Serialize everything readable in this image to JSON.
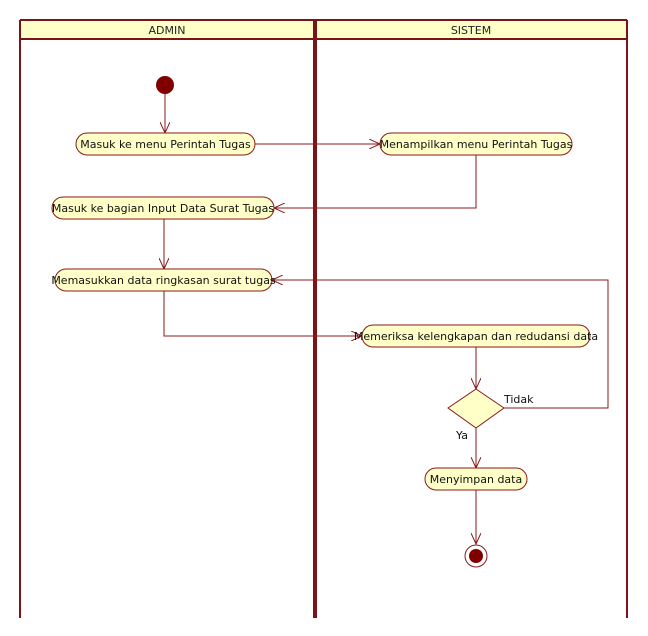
{
  "colors": {
    "lane_border": "#7a1416",
    "lane_header_fill": "#ffffc8",
    "node_fill": "#ffffc8",
    "node_stroke": "#8b1a1a",
    "flow": "#8b1a1a",
    "start_end_fill": "#800000"
  },
  "swimlanes": [
    {
      "title": "ADMIN"
    },
    {
      "title": "SISTEM"
    }
  ],
  "nodes": {
    "start": {
      "shape": "initial-node"
    },
    "a1": {
      "label": "Masuk ke menu Perintah Tugas"
    },
    "s1": {
      "label": "Menampilkan menu Perintah Tugas"
    },
    "a2": {
      "label": "Masuk ke bagian Input Data Surat Tugas"
    },
    "a3": {
      "label": "Memasukkan data ringkasan surat tugas"
    },
    "s2": {
      "label": "Memeriksa kelengkapan dan redudansi data"
    },
    "decision": {
      "shape": "diamond"
    },
    "s3": {
      "label": "Menyimpan data"
    },
    "end": {
      "shape": "final-node"
    }
  },
  "guards": {
    "no": "Tidak",
    "yes": "Ya"
  }
}
